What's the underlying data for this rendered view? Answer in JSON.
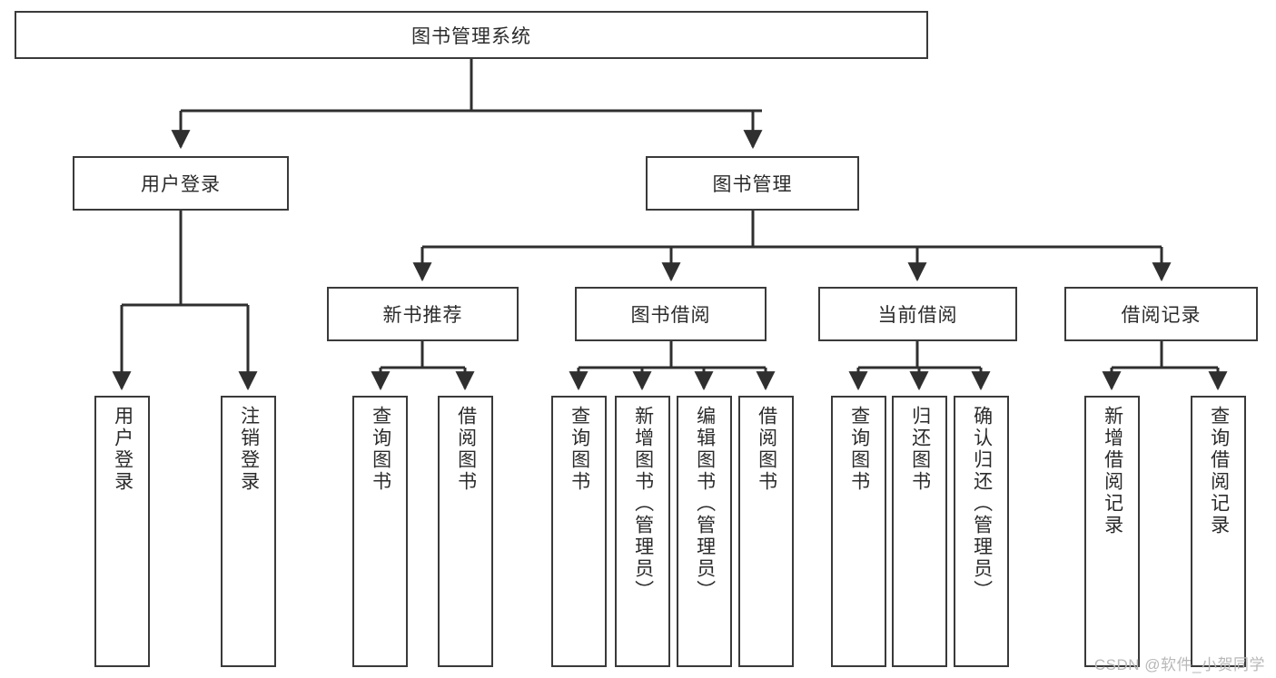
{
  "diagram": {
    "type": "hierarchy-tree",
    "title": "图书管理系统",
    "orientation": "top-down",
    "colors": {
      "box_border": "#3a3a3a",
      "box_fill": "#ffffff",
      "connector": "#2f2f2f",
      "text": "#2b2b2b",
      "watermark": "#b8b8b8",
      "background": "#ffffff"
    },
    "root": {
      "label": "图书管理系统"
    },
    "level2": [
      {
        "id": "user-login",
        "label": "用户登录"
      },
      {
        "id": "book-management",
        "label": "图书管理"
      }
    ],
    "level3": [
      {
        "id": "new-book-recommend",
        "label": "新书推荐"
      },
      {
        "id": "book-borrow",
        "label": "图书借阅"
      },
      {
        "id": "current-borrow",
        "label": "当前借阅"
      },
      {
        "id": "borrow-record",
        "label": "借阅记录"
      }
    ],
    "leaves": {
      "user_login": [
        {
          "id": "leaf-user-login",
          "label": "用户登录"
        },
        {
          "id": "leaf-logout-login",
          "label": "注销登录"
        }
      ],
      "new_book_recommend": [
        {
          "id": "leaf-query-book-1",
          "label": "查询图书"
        },
        {
          "id": "leaf-borrow-book-1",
          "label": "借阅图书"
        }
      ],
      "book_borrow": [
        {
          "id": "leaf-query-book-2",
          "label": "查询图书"
        },
        {
          "id": "leaf-add-book",
          "label": "新增图书（管理员）"
        },
        {
          "id": "leaf-edit-book",
          "label": "编辑图书（管理员）"
        },
        {
          "id": "leaf-borrow-book-2",
          "label": "借阅图书"
        }
      ],
      "current_borrow": [
        {
          "id": "leaf-query-book-3",
          "label": "查询图书"
        },
        {
          "id": "leaf-return-book",
          "label": "归还图书"
        },
        {
          "id": "leaf-confirm-return",
          "label": "确认归还（管理员）"
        }
      ],
      "borrow_record": [
        {
          "id": "leaf-add-record",
          "label": "新增借阅记录"
        },
        {
          "id": "leaf-query-record",
          "label": "查询借阅记录"
        }
      ]
    },
    "watermark": "CSDN @软件_小贺同学"
  }
}
